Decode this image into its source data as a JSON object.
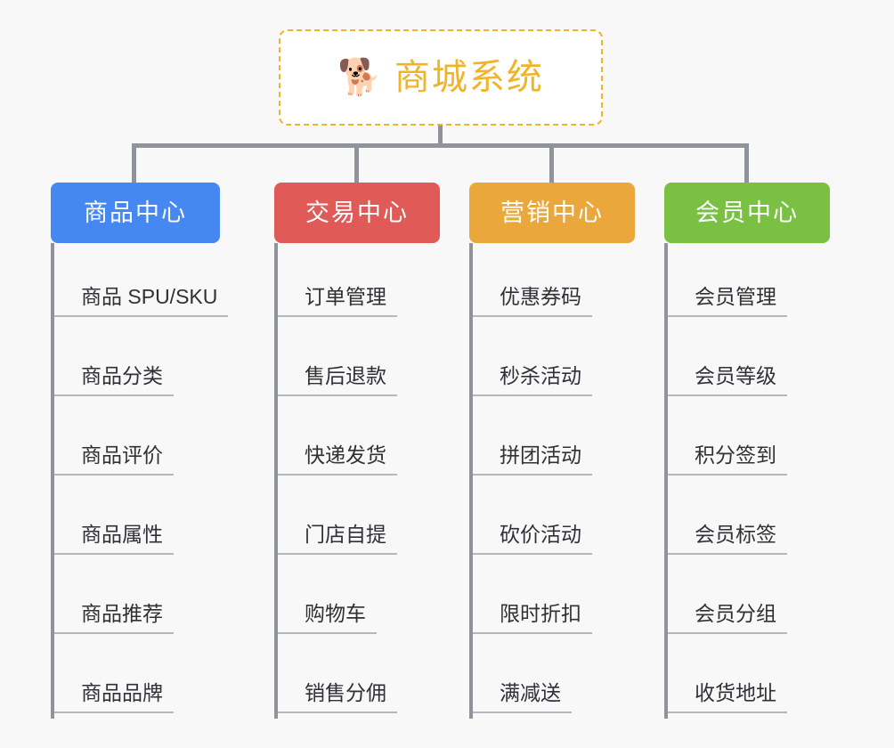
{
  "root": {
    "icon": "dog-face-icon",
    "icon_glyph": "🐕",
    "title": "商城系统",
    "accent_color": "#f0b429",
    "background": "#ffffff",
    "border_style": "dashed"
  },
  "canvas": {
    "background_color": "#f8f8f8",
    "connector_color": "#909399",
    "item_text_color": "#303133",
    "item_rule_color": "#b4b7bd"
  },
  "branches": [
    {
      "id": "product-center",
      "label": "商品中心",
      "color": "#4688f2",
      "items": [
        "商品 SPU/SKU",
        "商品分类",
        "商品评价",
        "商品属性",
        "商品推荐",
        "商品品牌"
      ]
    },
    {
      "id": "trade-center",
      "label": "交易中心",
      "color": "#e05a57",
      "items": [
        "订单管理",
        "售后退款",
        "快递发货",
        "门店自提",
        "购物车",
        "销售分佣"
      ]
    },
    {
      "id": "marketing-center",
      "label": "营销中心",
      "color": "#eaa83c",
      "items": [
        "优惠券码",
        "秒杀活动",
        "拼团活动",
        "砍价活动",
        "限时折扣",
        "满减送"
      ]
    },
    {
      "id": "member-center",
      "label": "会员中心",
      "color": "#7ac143",
      "items": [
        "会员管理",
        "会员等级",
        "积分签到",
        "会员标签",
        "会员分组",
        "收货地址"
      ]
    }
  ]
}
